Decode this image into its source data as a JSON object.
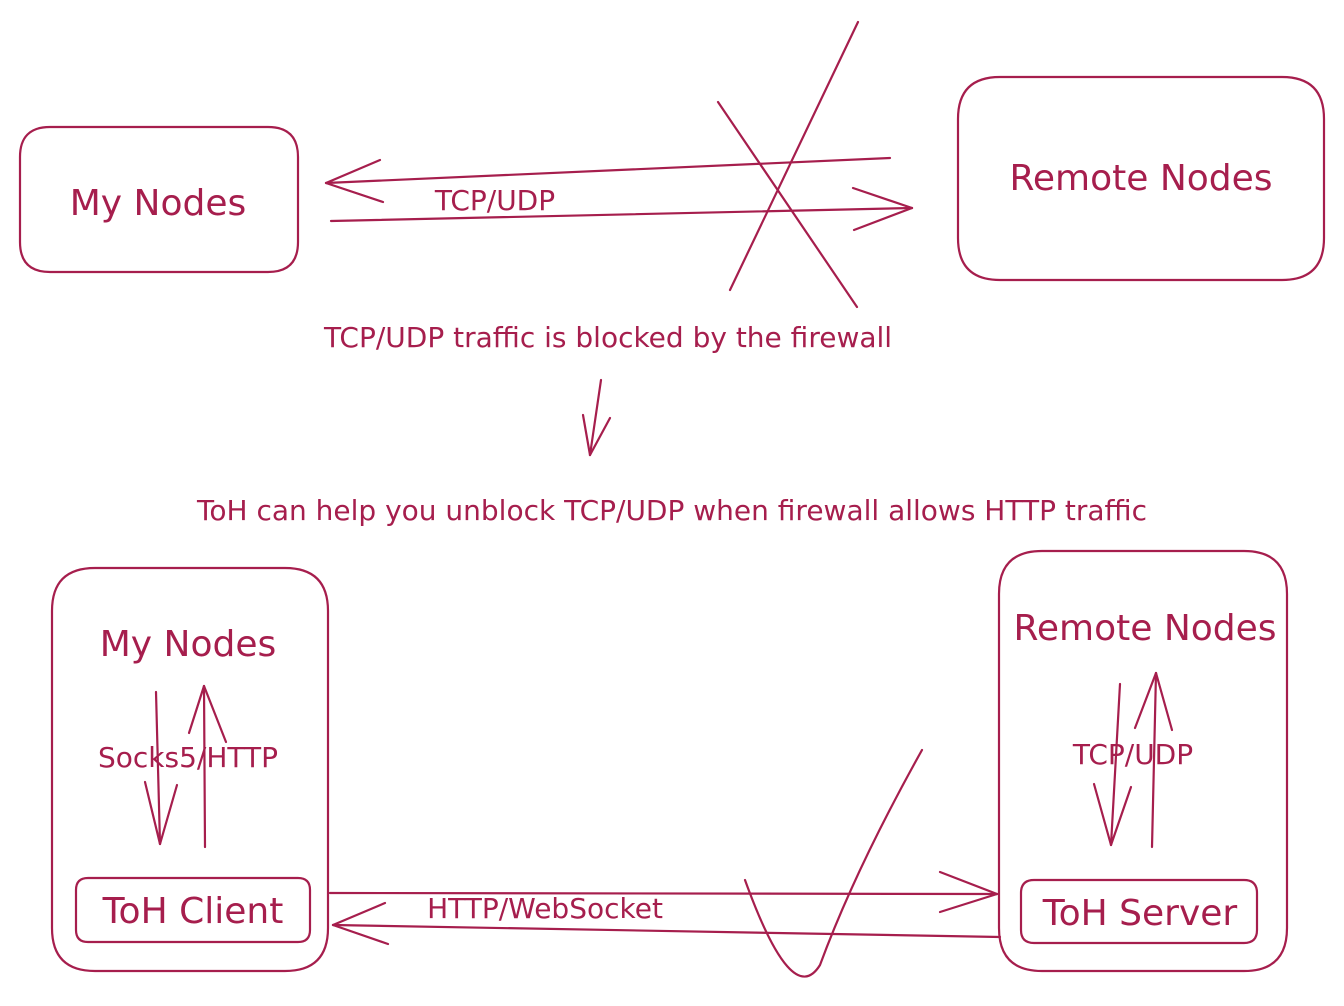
{
  "colors": {
    "stroke": "#a61e4d",
    "background": "#ffffff"
  },
  "top": {
    "my_nodes": "My Nodes",
    "remote_nodes": "Remote Nodes",
    "protocol": "TCP/UDP",
    "blocked_caption": "TCP/UDP traffic is blocked by the firewall"
  },
  "middle": {
    "caption": "ToH can help you unblock TCP/UDP when firewall allows HTTP traffic"
  },
  "bottom": {
    "my_nodes": "My Nodes",
    "client_protocol": "Socks5/HTTP",
    "client": "ToH Client",
    "remote_nodes": "Remote Nodes",
    "server_protocol": "TCP/UDP",
    "server": "ToH Server",
    "tunnel_protocol": "HTTP/WebSocket"
  }
}
